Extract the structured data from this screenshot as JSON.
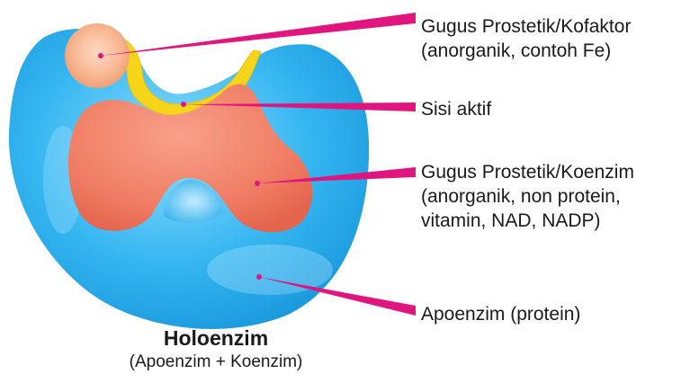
{
  "labels": {
    "kofaktor": {
      "line1": "Gugus Prostetik/Kofaktor",
      "line2": "(anorganik, contoh Fe)"
    },
    "sisi_aktif": {
      "line1": "Sisi aktif"
    },
    "koenzim": {
      "line1": "Gugus Prostetik/Koenzim",
      "line2": "(anorganik, non protein,",
      "line3": "vitamin, NAD, NADP)"
    },
    "apoenzim": {
      "line1": "Apoenzim (protein)"
    }
  },
  "caption": {
    "title": "Holoenzim",
    "subtitle": "(Apoenzim + Koenzim)"
  },
  "colors": {
    "apoenzim": "#2ab0ec",
    "koenzim": "#f0846a",
    "kofaktor": "#f7b48e",
    "active_site": "#f7d51a",
    "leader_line": "#e0157f"
  }
}
